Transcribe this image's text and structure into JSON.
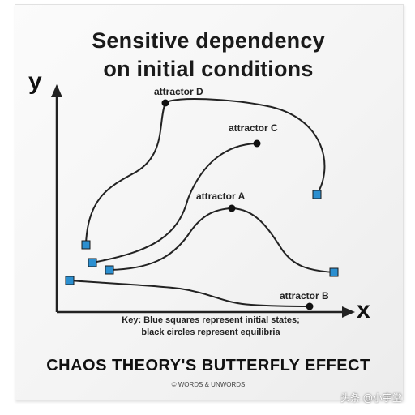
{
  "title": {
    "line1": "Sensitive dependency",
    "line2": "on initial conditions"
  },
  "axes": {
    "y_label": "y",
    "x_label": "x"
  },
  "attractors": {
    "d": "attractor D",
    "c": "attractor C",
    "a": "attractor A",
    "b": "attractor B"
  },
  "key": {
    "line1": "Key: Blue squares represent initial states;",
    "line2": "black circles represent equilibria"
  },
  "footer": "CHAOS THEORY'S BUTTERFLY EFFECT",
  "copyright": "© WORDS & UNWORDS",
  "watermark": "头条 @小宇堂",
  "colors": {
    "initial_state_square": "#2b8fd0",
    "equilibrium_circle": "#111111",
    "curve": "#222222",
    "text": "#1a1a1a"
  }
}
